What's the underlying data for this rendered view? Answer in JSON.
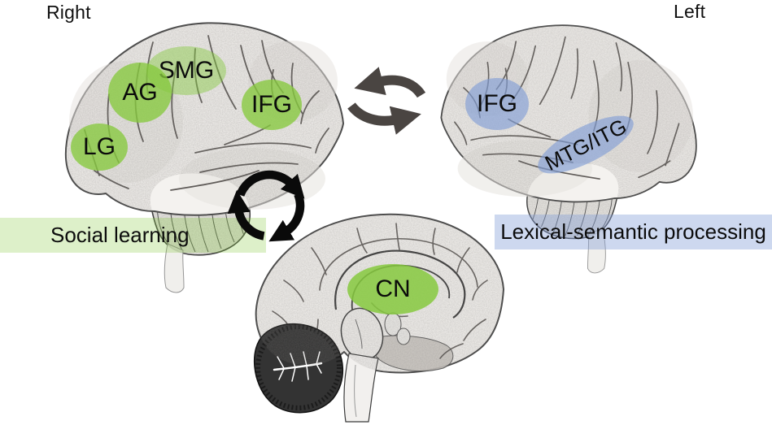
{
  "right_hemisphere": {
    "side_label": "Right",
    "function_banner": "Social learning",
    "regions": {
      "smg": "SMG",
      "ag": "AG",
      "lg": "LG",
      "ifg": "IFG"
    }
  },
  "left_hemisphere": {
    "side_label": "Left",
    "function_banner": "Lexical-semantic processing",
    "regions": {
      "ifg": "IFG",
      "mtg_itg": "MTG/ITG"
    }
  },
  "subcortical": {
    "regions": {
      "cn": "CN"
    }
  },
  "icons": {
    "interhemispheric_arrows": "swap-arrows-icon",
    "cortico_subcortical_arrows": "cycle-arrows-icon"
  },
  "colors": {
    "region_green_hex": "#86c93e",
    "region_green_fill": "rgba(134,201,62,0.78)",
    "region_green_soft_fill": "rgba(134,201,62,0.45)",
    "region_green_strong_fill": "rgba(134,201,62,0.85)",
    "region_blue_hex": "#8ca2d8",
    "region_blue_fill": "rgba(130,158,214,0.65)",
    "banner_green_fill": "rgba(134,201,62,0.28)",
    "banner_blue_fill": "rgba(130,158,214,0.40)",
    "swap_arrow_color": "#4a4542",
    "cycle_arrow_color": "#0a0a0a",
    "label_color": "#0d0d0d"
  }
}
